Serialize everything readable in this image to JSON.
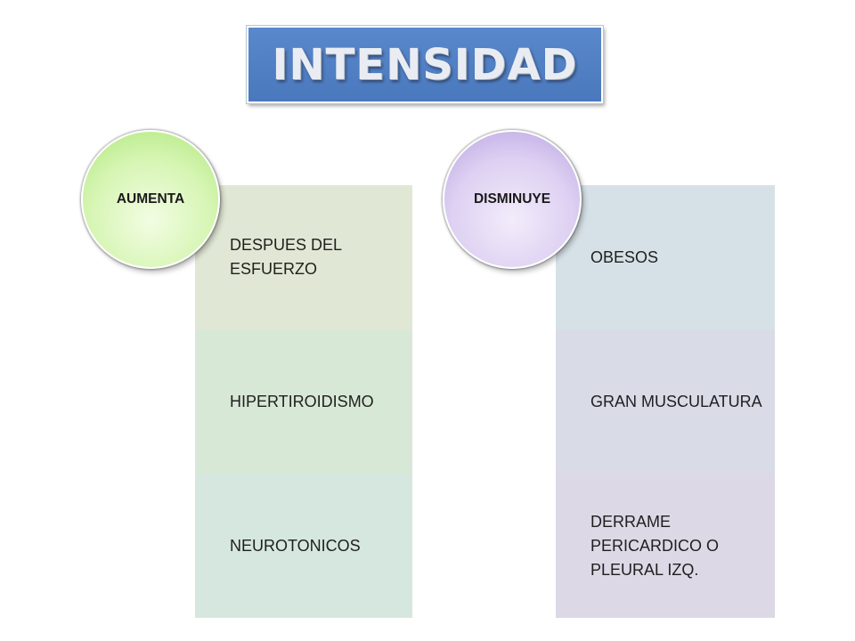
{
  "title": "INTENSIDAD",
  "left": {
    "heading": "AUMENTA",
    "items": [
      "DESPUES DEL ESFUERZO",
      "HIPERTIROIDISMO",
      "NEUROTONICOS"
    ],
    "item_colors": [
      "#e1e7d5",
      "#d8e8d6",
      "#d6e7df"
    ],
    "circle_color": "#c9f1a0"
  },
  "right": {
    "heading": "DISMINUYE",
    "items": [
      "OBESOS",
      "GRAN MUSCULATURA",
      "DERRAME PERICARDICO O PLEURAL IZQ."
    ],
    "item_colors": [
      "#d6e1e7",
      "#d9dbe7",
      "#ddd8e6"
    ],
    "circle_color": "#d3c4ef"
  }
}
